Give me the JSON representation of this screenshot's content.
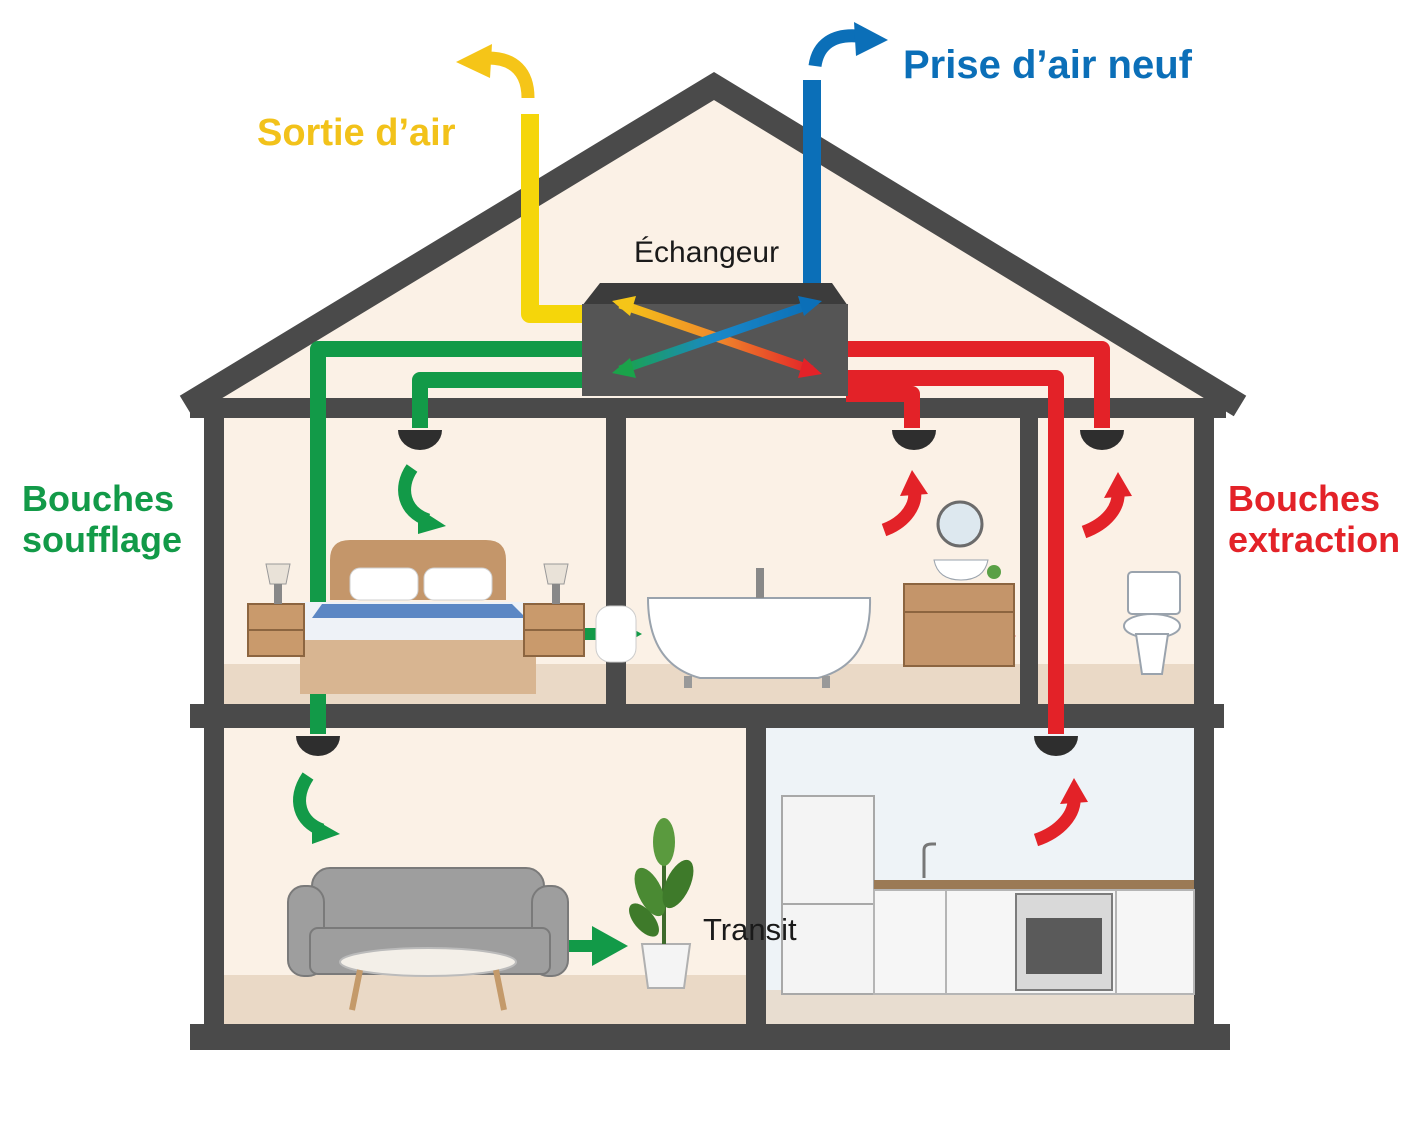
{
  "labels": {
    "air_outlet": "Sortie d’air",
    "fresh_air_intake": "Prise d’air neuf",
    "exchanger": "Échangeur",
    "supply_vents_line1": "Bouches",
    "supply_vents_line2": "soufflage",
    "extract_vents_line1": "Bouches",
    "extract_vents_line2": "extraction",
    "transit": "Transit"
  },
  "colors": {
    "outlet": "#f2c21a",
    "intake": "#0b6fb8",
    "supply": "#129a48",
    "extract": "#e32228",
    "walls": "#4a4a4a",
    "exchanger_box": "#555555",
    "interior": "#fbf1e6",
    "kitchen_wall": "#eef3f7",
    "floor": "#ead9c6"
  },
  "icons": [
    "bed-icon",
    "nightstand-icon",
    "lamp-icon",
    "bathtub-icon",
    "vanity-icon",
    "mirror-icon",
    "toilet-icon",
    "sofa-icon",
    "coffee-table-icon",
    "plant-icon",
    "fridge-icon",
    "kitchen-icon",
    "oven-icon",
    "vent-icon"
  ]
}
